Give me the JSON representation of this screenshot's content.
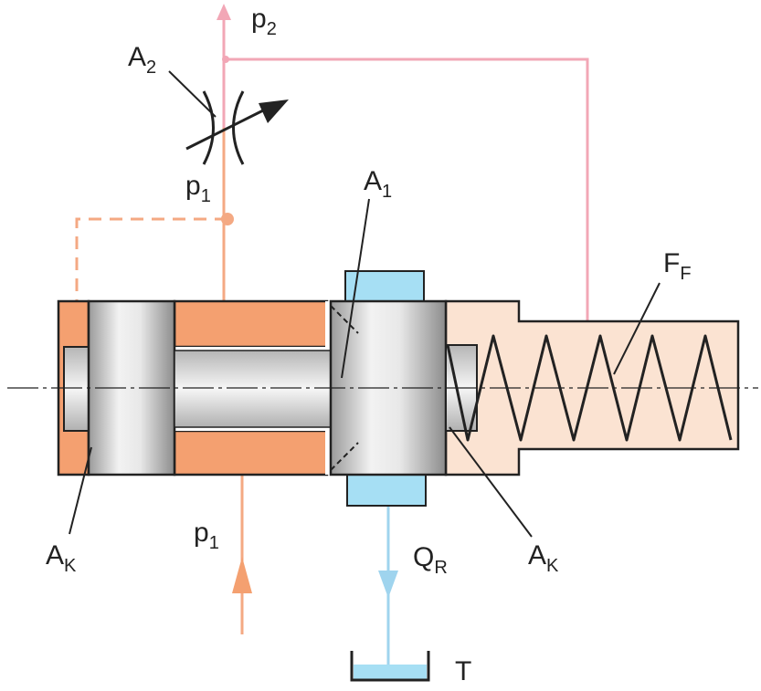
{
  "labels": {
    "p2": {
      "main": "p",
      "sub": "2"
    },
    "A2": {
      "main": "A",
      "sub": "2"
    },
    "p1_top": {
      "main": "p",
      "sub": "1"
    },
    "A1": {
      "main": "A",
      "sub": "1"
    },
    "FF": {
      "main": "F",
      "sub": "F"
    },
    "AK_left": {
      "main": "A",
      "sub": "K"
    },
    "p1_bottom": {
      "main": "p",
      "sub": "1"
    },
    "QR": {
      "main": "Q",
      "sub": "R"
    },
    "AK_right": {
      "main": "A",
      "sub": "K"
    },
    "T": "T"
  },
  "colors": {
    "pressure_line": "#f4a983",
    "pressure_fill": "#f4a070",
    "return_line": "#f2a7b6",
    "tank_line": "#9fd4ee",
    "tank_fill": "#a6dff4",
    "housing_right": "#fbe3d2",
    "outline": "#222222"
  }
}
